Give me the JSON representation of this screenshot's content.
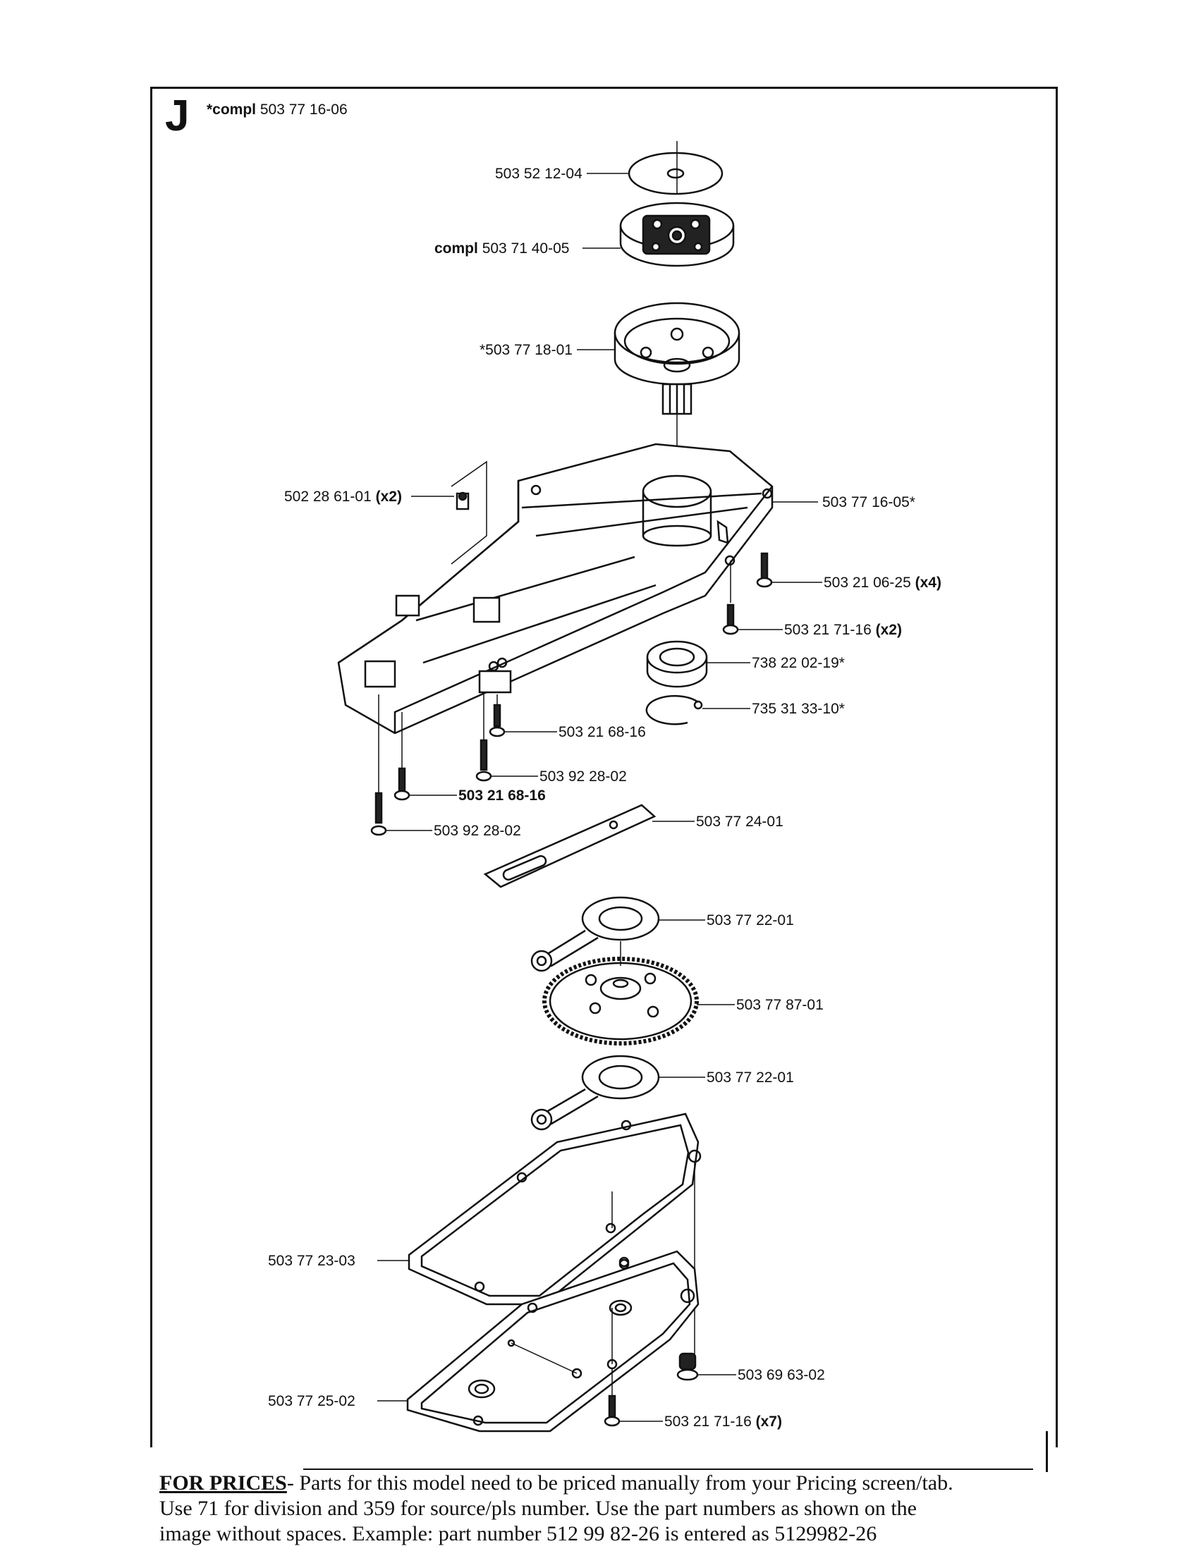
{
  "section": {
    "letter": "J",
    "compl_prefix": "*compl",
    "compl_number": "503 77 16-06"
  },
  "labels": [
    {
      "id": "washer-top",
      "prefix": "",
      "number": "503 52 12-04",
      "suffix": ""
    },
    {
      "id": "clutch-assembly",
      "prefix": "compl",
      "number": "503 71 40-05",
      "suffix": ""
    },
    {
      "id": "clutch-drum",
      "prefix": "",
      "number": "*503 77 18-01",
      "suffix": ""
    },
    {
      "id": "clip",
      "prefix": "",
      "number": "502 28 61-01",
      "suffix": "(x2)"
    },
    {
      "id": "gear-housing",
      "prefix": "",
      "number": "503 77 16-05*",
      "suffix": ""
    },
    {
      "id": "screw-x4",
      "prefix": "",
      "number": "503 21 06-25",
      "suffix": "(x4)"
    },
    {
      "id": "screw-x2",
      "prefix": "",
      "number": "503 21 71-16",
      "suffix": "(x2)"
    },
    {
      "id": "bearing",
      "prefix": "",
      "number": "738 22 02-19*",
      "suffix": ""
    },
    {
      "id": "circlip",
      "prefix": "",
      "number": "735 31 33-10*",
      "suffix": ""
    },
    {
      "id": "screw-a",
      "prefix": "",
      "number": "503 21 68-16",
      "suffix": ""
    },
    {
      "id": "screw-b",
      "prefix": "",
      "number": "503 92 28-02",
      "suffix": ""
    },
    {
      "id": "screw-c",
      "prefix": "",
      "number": "503 21 68-16",
      "suffix": "",
      "bold": true
    },
    {
      "id": "screw-d",
      "prefix": "",
      "number": "503 92 28-02",
      "suffix": ""
    },
    {
      "id": "guide-plate",
      "prefix": "",
      "number": "503 77 24-01",
      "suffix": ""
    },
    {
      "id": "connecting-rod-top",
      "prefix": "",
      "number": "503 77 22-01",
      "suffix": ""
    },
    {
      "id": "gear-wheel",
      "prefix": "",
      "number": "503 77 87-01",
      "suffix": ""
    },
    {
      "id": "connecting-rod-bottom",
      "prefix": "",
      "number": "503 77 22-01",
      "suffix": ""
    },
    {
      "id": "gasket",
      "prefix": "",
      "number": "503 77 23-03",
      "suffix": ""
    },
    {
      "id": "screw-e",
      "prefix": "",
      "number": "503 69 63-02",
      "suffix": ""
    },
    {
      "id": "cover-plate",
      "prefix": "",
      "number": "503 77 25-02",
      "suffix": ""
    },
    {
      "id": "screw-x7",
      "prefix": "",
      "number": "503 21 71-16",
      "suffix": "(x7)"
    }
  ],
  "footer": {
    "heading": "FOR PRICES",
    "line1": "- Parts for this model need to be priced manually from your Pricing screen/tab.",
    "line2": "Use 71 for division and 359 for source/pls number.  Use the part numbers as shown on the",
    "line3": "image without spaces.  Example: part number 512 99 82-26 is entered as 5129982-26"
  }
}
